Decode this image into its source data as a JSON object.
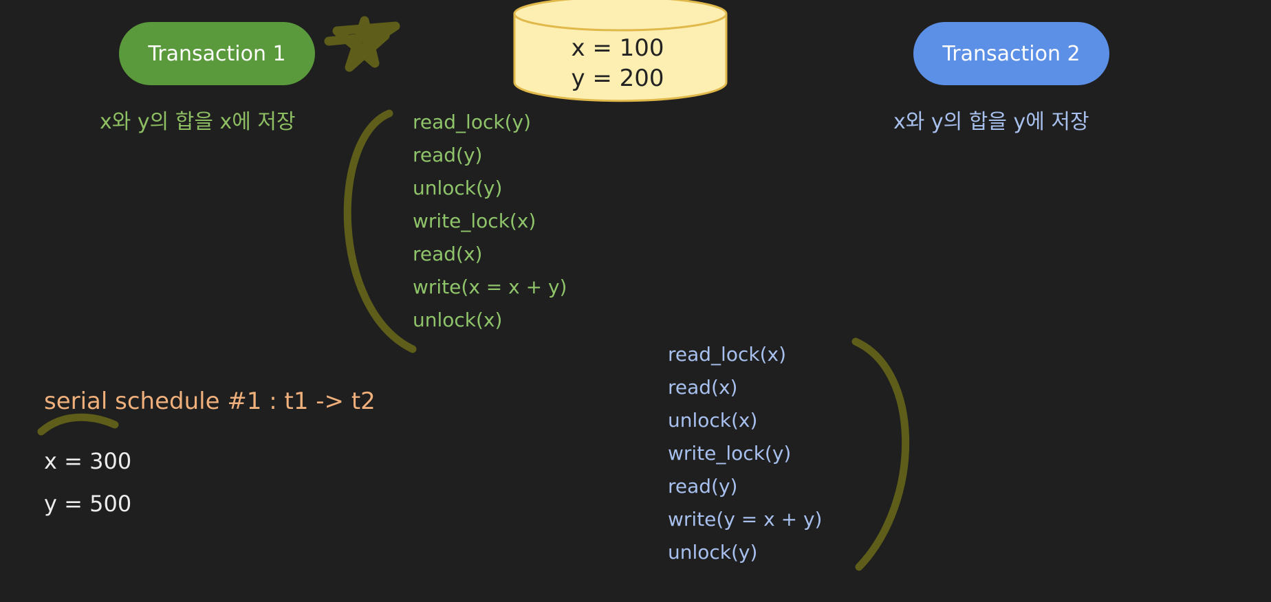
{
  "database": {
    "x_value": "x = 100",
    "y_value": "y = 200"
  },
  "transaction1": {
    "label": "Transaction 1",
    "description": "x와 y의 합을 x에 저장",
    "operations": [
      "read_lock(y)",
      "read(y)",
      "unlock(y)",
      "write_lock(x)",
      "read(x)",
      "write(x = x + y)",
      "unlock(x)"
    ]
  },
  "transaction2": {
    "label": "Transaction 2",
    "description": "x와 y의 합을 y에 저장",
    "operations": [
      "read_lock(x)",
      "read(x)",
      "unlock(x)",
      "write_lock(y)",
      "read(y)",
      "write(y = x + y)",
      "unlock(y)"
    ]
  },
  "schedule": {
    "title": "serial schedule #1 : t1 -> t2",
    "result_x": "x = 300",
    "result_y": "y = 500"
  },
  "colors": {
    "background": "#1f1f1f",
    "transaction1": "#5b9a3c",
    "transaction2": "#5c8fe6",
    "database": "#fdeeb2",
    "annotation": "#5e5e1a",
    "schedule_title": "#f0b07c"
  }
}
